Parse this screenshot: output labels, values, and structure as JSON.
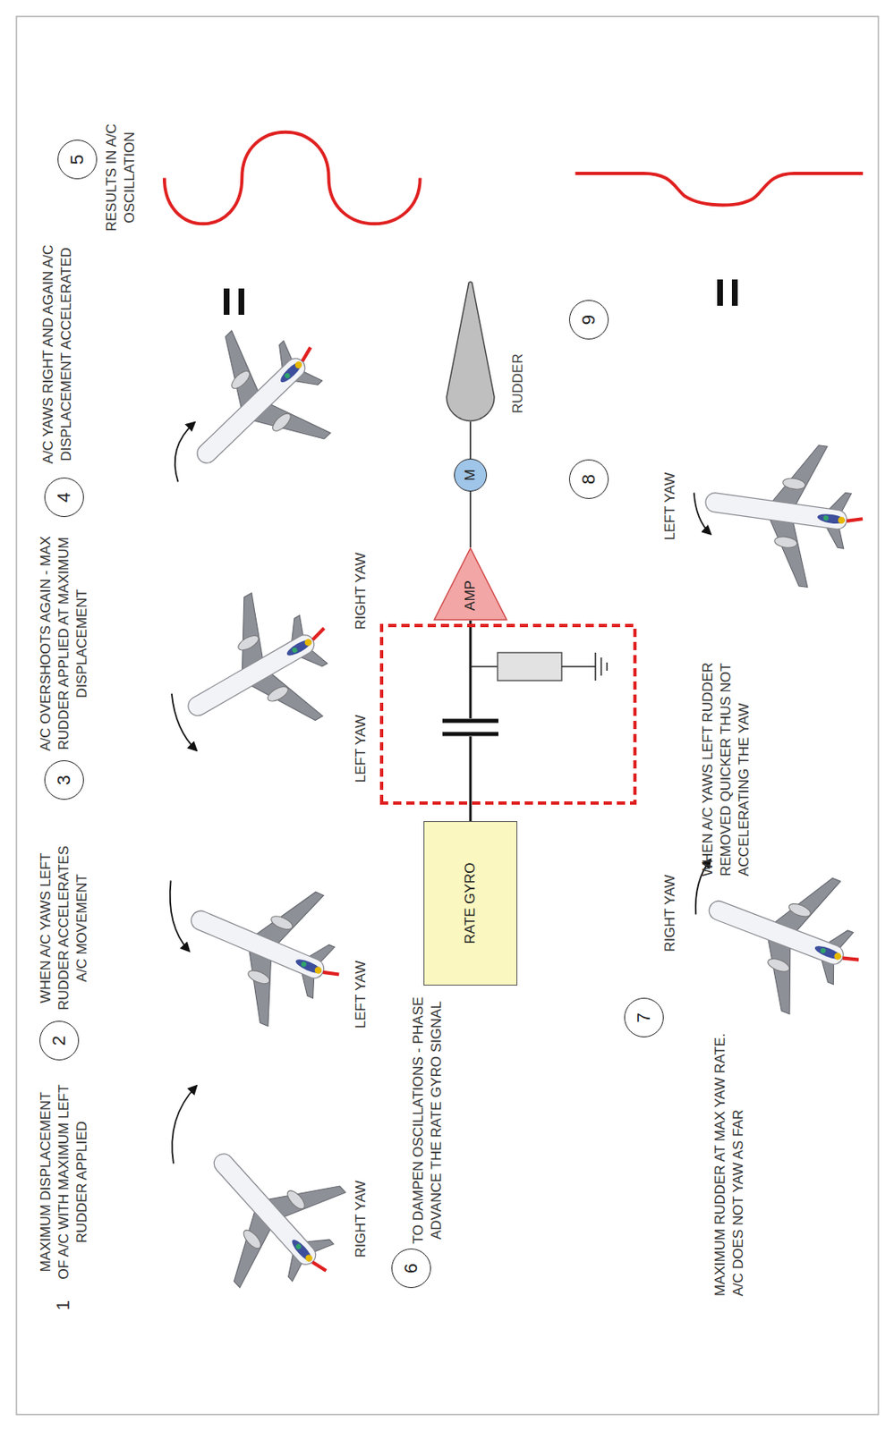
{
  "diagram": {
    "nodes": [
      {
        "text": [
          "2"
        ]
      },
      {
        "text": [
          "3"
        ]
      },
      {
        "text": [
          "4"
        ]
      },
      {
        "text": [
          "5"
        ]
      },
      {
        "text": [
          "6"
        ]
      },
      {
        "text": [
          "RATE GYRO"
        ]
      },
      {
        "text": [
          "AMP"
        ]
      },
      {
        "text": [
          "M"
        ]
      },
      {
        "text": [
          "RUDDER"
        ]
      },
      {
        "text": [
          "7"
        ]
      },
      {
        "text": [
          "8"
        ]
      },
      {
        "text": [
          "9"
        ]
      }
    ],
    "edges": [
      {
        "from": 5,
        "to": 6,
        "arrow": "none"
      },
      {
        "from": 6,
        "to": 7,
        "arrow": "none"
      },
      {
        "from": 7,
        "to": 8,
        "arrow": "none"
      }
    ],
    "labels": [
      "1",
      "MAXIMUM DISPLACEMENT OF A/C WITH MAXIMUM LEFT RUDDER APPLIED",
      "WHEN A/C YAWS LEFT RUDDER ACCELERATES A/C MOVEMENT",
      "A/C OVERSHOOTS AGAIN - MAX RUDDER APPLIED AT MAXIMUM DISPLACEMENT",
      "A/C YAWS RIGHT AND AGAIN A/C DISPLACEMENT ACCELERATED",
      "RIGHT YAW",
      "LEFT YAW",
      "LEFT YAW",
      "RIGHT YAW",
      "=",
      "RESULTS IN A/C OSCILLATION",
      "TO DAMPEN OSCILLATIONS - PHASE ADVANCE THE RATE GYRO SIGNAL",
      "MAXIMUM RUDDER AT MAX YAW RATE. A/C DOES NOT YAW AS FAR",
      "RIGHT YAW",
      "WHEN A/C YAWS LEFT RUDDER REMOVED QUICKER THUS NOT ACCELERATING THE YAW",
      "LEFT YAW",
      "="
    ]
  }
}
